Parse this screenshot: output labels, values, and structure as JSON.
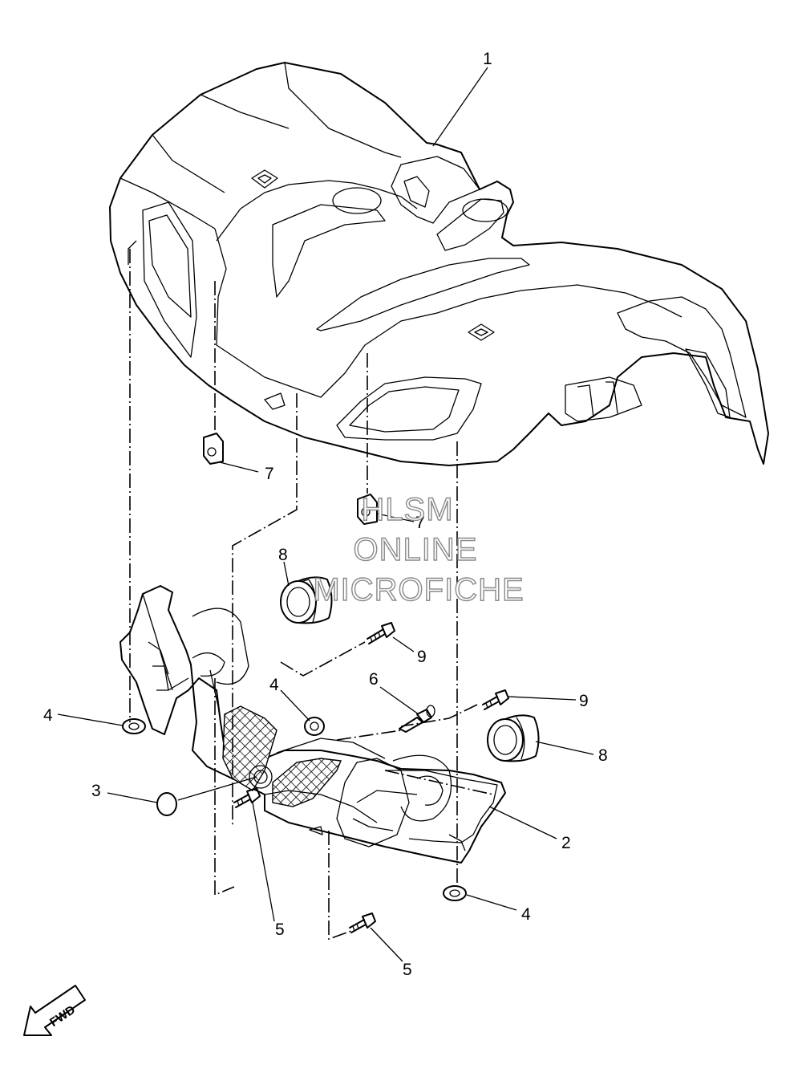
{
  "diagram": {
    "callouts": [
      "1",
      "7",
      "7",
      "8",
      "9",
      "4",
      "6",
      "9",
      "8",
      "4",
      "3",
      "2",
      "4",
      "5",
      "5"
    ],
    "direction_label": "FWD",
    "watermark": [
      "HLSM",
      "ONLINE",
      "MICROFICHE"
    ]
  }
}
